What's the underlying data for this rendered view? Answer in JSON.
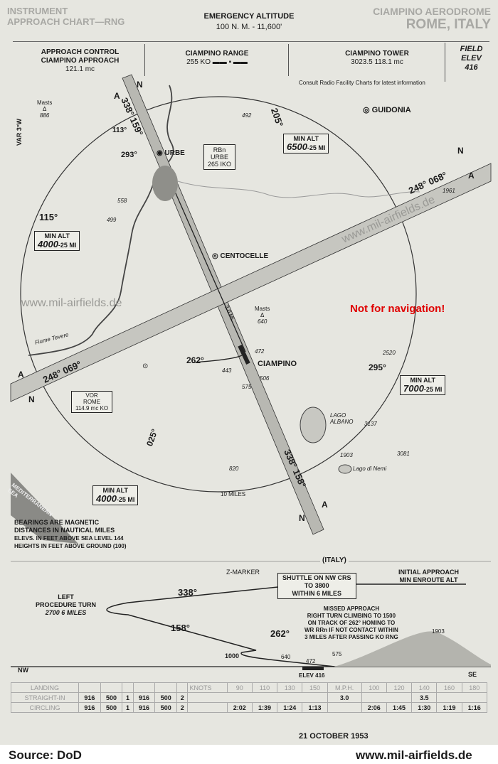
{
  "header": {
    "left_ghost_1": "INSTRUMENT",
    "left_ghost_2": "APPROACH CHART—RNG",
    "center_title": "EMERGENCY ALTITUDE",
    "center_sub": "100 N. M. - 11,600'",
    "right_ghost_1": "CIAMPINO AERODROME",
    "right_ghost_2": "ROME, ITALY"
  },
  "comms": {
    "approach_1": "APPROACH CONTROL",
    "approach_2": "CIAMPINO APPROACH",
    "approach_freq": "121.1 mc",
    "range_1": "CIAMPINO RANGE",
    "range_freq": "255 KO",
    "tower_1": "CIAMPINO TOWER",
    "tower_freq": "3023.5  118.1 mc",
    "field_1": "FIELD",
    "field_2": "ELEV",
    "field_3": "416",
    "consult": "Consult Radio Facility Charts for latest information"
  },
  "map": {
    "masts_label": "Masts",
    "masts_886": "886",
    "var": "VAR 3°W",
    "bearing_338_159": "338° 159°",
    "bearing_113": "113°",
    "bearing_293": "293°",
    "urbe": "URBE",
    "rbn_title": "RBn",
    "rbn_name": "URBE",
    "rbn_freq": "265 IKO",
    "pt_492": "492",
    "bearing_205": "205°",
    "guidonia": "GUIDONIA",
    "min_alt_ne_1": "MIN ALT",
    "min_alt_ne_2": "6500",
    "min_alt_ne_3": "-25 MI",
    "bearing_248_068_ne": "248° 068°",
    "pt_1961": "1961",
    "pt_558": "558",
    "pt_499": "499",
    "bearing_115": "115°",
    "min_alt_w_1": "MIN ALT",
    "min_alt_w_2": "4000",
    "min_alt_w_3": "-25 MI",
    "centocelle": "CENTOCELLE",
    "dist_30": "3.0 Mi.",
    "masts_640_label": "Masts",
    "pt_640": "640",
    "not_for_nav": "Not for navigation!",
    "watermark_1": "www.mil-airfields.de",
    "watermark_2": "www.mil-airfields.de",
    "fiume": "Fiume Tevere",
    "bearing_248_069": "248° 069°",
    "bearing_262": "262°",
    "pt_472": "472",
    "ciampino": "CIAMPINO",
    "pt_443": "443",
    "pt_506": "506",
    "pt_575": "575",
    "pt_2520": "2520",
    "bearing_295": "295°",
    "min_alt_e_1": "MIN ALT",
    "min_alt_e_2": "7000",
    "min_alt_e_3": "-25 MI",
    "vor_1": "VOR",
    "vor_2": "ROME",
    "vor_3": "114.9 mc KO",
    "lago_albano": "LAGO ALBANO",
    "pt_3137": "3137",
    "pt_1903": "1903",
    "pt_3081": "3081",
    "lago_nemi": "Lago di Nemi",
    "bearing_025": "025°",
    "pt_820": "820",
    "bearing_338_158": "338° 158°",
    "min_alt_s_1": "MIN ALT",
    "min_alt_s_2": "4000",
    "min_alt_s_3": "-25 MI",
    "ten_miles": "10 MILES",
    "med_sea": "MEDITERRANEAN SEA",
    "legend_1": "BEARINGS ARE MAGNETIC",
    "legend_2": "DISTANCES IN NAUTICAL MILES",
    "legend_3": "ELEVS. IN FEET ABOVE SEA LEVEL 144",
    "legend_4": "HEIGHTS IN FEET ABOVE GROUND (100)",
    "letter_a": "A",
    "letter_n": "N"
  },
  "profile": {
    "italy": "(ITALY)",
    "zmarker": "Z-MARKER",
    "shuttle_1": "SHUTTLE ON NW CRS",
    "shuttle_2": "TO 3800",
    "shuttle_3": "WITHIN 6 MILES",
    "initial_1": "INITIAL APPROACH",
    "initial_2": "MIN ENROUTE ALT",
    "left_1": "LEFT",
    "left_2": "PROCEDURE TURN",
    "left_3": "2700 6 MILES",
    "b338": "338°",
    "b158": "158°",
    "b262": "262°",
    "missed_1": "MISSED APPROACH",
    "missed_2": "RIGHT TURN CLIMBING TO 1500",
    "missed_3": "ON TRACK OF 262° HOMING TO",
    "missed_4": "WR RRn IF NOT CONTACT WITHIN",
    "missed_5": "3 MILES AFTER PASSING KO RNG",
    "p1903": "1903",
    "p1000": "1000",
    "p640": "640",
    "p575": "575",
    "p472": "472",
    "nw": "NW",
    "se": "SE",
    "elev": "ELEV 416"
  },
  "table": {
    "landing": "LANDING",
    "straight_in": "STRAIGHT-IN",
    "circling": "CIRCLING",
    "row1": [
      "916",
      "500",
      "1",
      "916",
      "500",
      "2"
    ],
    "row2": [
      "916",
      "500",
      "1",
      "916",
      "500",
      "2"
    ],
    "knots": "KNOTS",
    "speeds": [
      "90",
      "110",
      "130",
      "150",
      "M.P.H.",
      "100",
      "120",
      "140",
      "160",
      "180"
    ],
    "dist_a": "3.0",
    "dist_b": "3.5",
    "times_a": [
      "2:02",
      "1:39",
      "1:24",
      "1:13"
    ],
    "times_b": [
      "2:06",
      "1:45",
      "1:30",
      "1:19",
      "1:16"
    ]
  },
  "footer": {
    "date": "21 OCTOBER 1953",
    "source": "Source: DoD",
    "site": "www.mil-airfields.de"
  }
}
